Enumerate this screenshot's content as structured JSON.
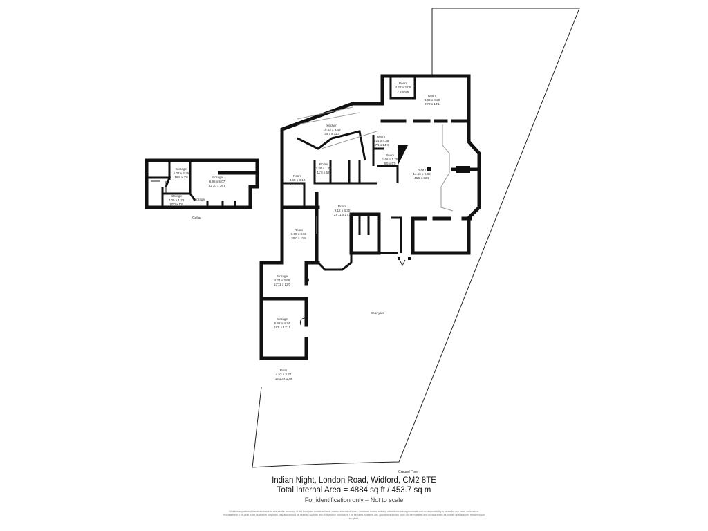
{
  "plan": {
    "property": "Indian Night, London Road, Widford, CM2 8TE",
    "total_area": "Total Internal Area = 4884 sq ft / 453.7 sq m",
    "identification": "For identification only – Not to scale",
    "disclaimer": "Whilst every attempt has been made to ensure the accuracy of the floor plan contained here, measurements of doors, windows, rooms and any other items are approximate and no responsibility is taken for any error, omission or misstatement. This plan is for illustrative purposes only and should be used as such by any prospective purchaser. The services, systems and appliances shown have not been tested and no guarantee as to their operability or efficiency can be given.",
    "floors": {
      "ground": "Ground Floor",
      "cellar": "Cellar"
    }
  },
  "ground_rooms": [
    {
      "name": "Room",
      "metric": "2.27 x 2.05",
      "imperial": "7'5 x 6'9"
    },
    {
      "name": "Room",
      "metric": "8.83 x 4.29",
      "imperial": "29'0 x 14'1"
    },
    {
      "name": "Kitchen",
      "metric": "10.53 x 3.44",
      "imperial": "34'7 x 11'3"
    },
    {
      "name": "Room",
      "metric": "5.21 x 4.38",
      "imperial": "17'1 x 14'4"
    },
    {
      "name": "Room",
      "metric": "1.66 x 1.75",
      "imperial": "5'5 x 5'9"
    },
    {
      "name": "Room",
      "metric": "3.58 x 1.74",
      "imperial": "11'9 x 5'9"
    },
    {
      "name": "Room",
      "metric": "3.69 x 3.12",
      "imperial": "12'1 x 10'3"
    },
    {
      "name": "Room",
      "metric": "14.16 x 9.80",
      "imperial": "46'5 x 32'2"
    },
    {
      "name": "Room",
      "metric": "9.12 x 8.30",
      "imperial": "29'11 x 27'3"
    },
    {
      "name": "Room",
      "metric": "6.09 x 3.56",
      "imperial": "20'0 x 11'8"
    },
    {
      "name": "Storage",
      "metric": "4.24 x 3.66",
      "imperial": "13'11 x 12'0"
    },
    {
      "name": "Storage",
      "metric": "5.62 x 4.24",
      "imperial": "18'5 x 13'11"
    },
    {
      "name": "Patio",
      "metric": "4.53 x 3.27",
      "imperial": "14'10 x 10'9"
    },
    {
      "name": "Courtyard",
      "metric": "",
      "imperial": ""
    }
  ],
  "cellar_rooms": [
    {
      "name": "Storage",
      "metric": "5.07 x 2.35",
      "imperial": "16'8 x 7'8"
    },
    {
      "name": "Storage",
      "metric": "6.96 x 5.07",
      "imperial": "22'10 x 16'8"
    },
    {
      "name": "Storage",
      "metric": "3.05 x 1.74",
      "imperial": "10'0 x 5'9"
    },
    {
      "name": "Storage",
      "metric": "",
      "imperial": ""
    }
  ]
}
